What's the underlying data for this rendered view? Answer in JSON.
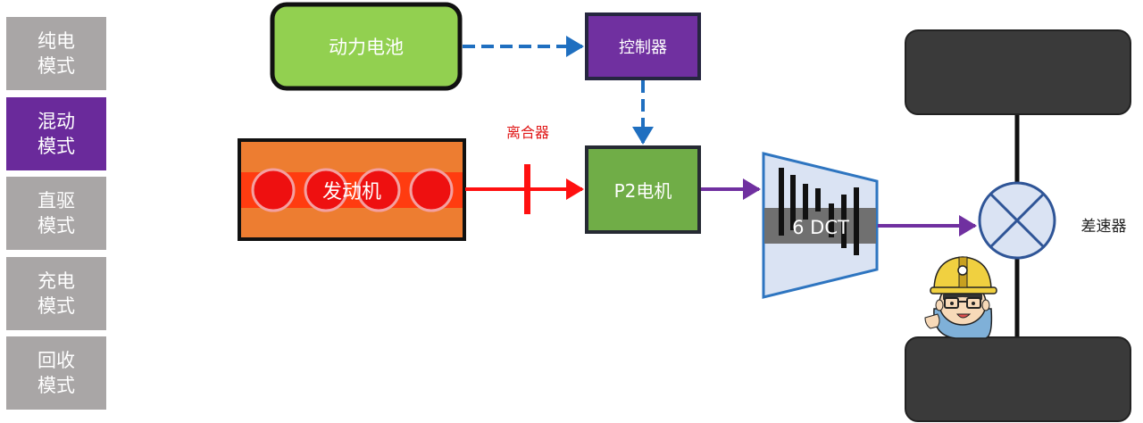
{
  "sidebar": {
    "modes": [
      {
        "line1": "纯电",
        "line2": "模式",
        "active": false
      },
      {
        "line1": "混动",
        "line2": "模式",
        "active": true
      },
      {
        "line1": "直驱",
        "line2": "模式",
        "active": false
      },
      {
        "line1": "充电",
        "line2": "模式",
        "active": false
      },
      {
        "line1": "回收",
        "line2": "模式",
        "active": false
      }
    ]
  },
  "diagram": {
    "battery_label": "动力电池",
    "controller_label": "控制器",
    "engine_label": "发动机",
    "clutch_label": "离合器",
    "motor_label": "P2电机",
    "transmission_label": "6 DCT",
    "differential_label": "差速器"
  },
  "colors": {
    "active_mode": "#6a2a9b",
    "inactive_mode": "#a9a6a6",
    "battery": "#92d050",
    "controller": "#7030a0",
    "engine": "#ed7d31",
    "motor": "#70ad47",
    "signal_arrow": "#1f6fc0",
    "power_arrow": "#ff1010",
    "drive_arrow": "#7030a0",
    "wheel": "#3a3a3a"
  }
}
